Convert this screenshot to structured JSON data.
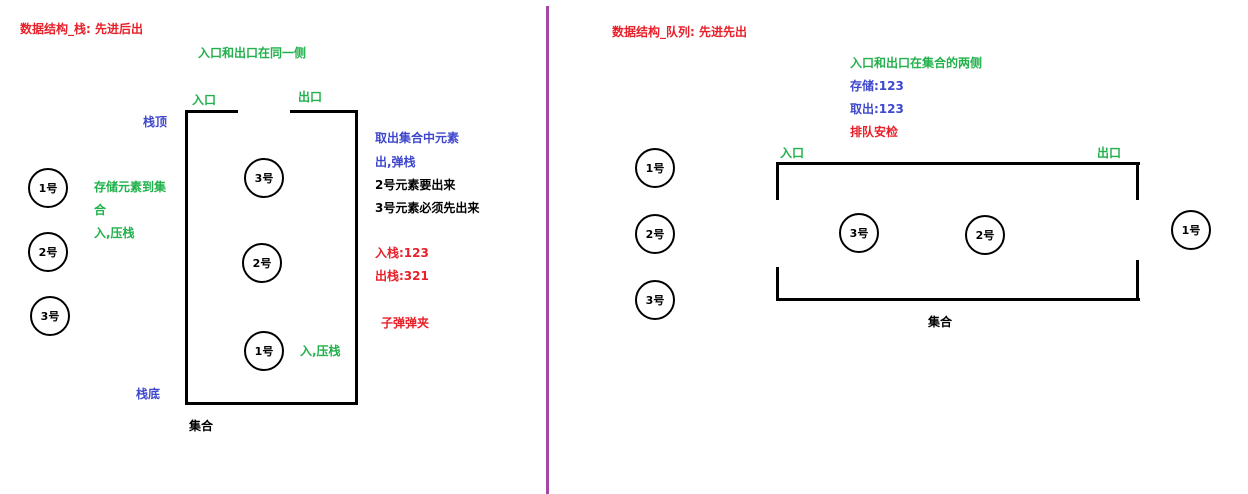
{
  "colors": {
    "red": "#e8202a",
    "green": "#22b14c",
    "blue": "#3f48cc",
    "divider": "#a349a4"
  },
  "stack": {
    "title": "数据结构_栈: 先进后出",
    "subtitle": "入口和出口在同一侧",
    "entry_label": "入口",
    "exit_label": "出口",
    "top_label": "栈顶",
    "bottom_label": "栈底",
    "set_label": "集合",
    "store_note": [
      "存储元素到集",
      "合",
      "入,压栈"
    ],
    "push_label": "入,压栈",
    "pop_note": [
      "取出集合中元素",
      "出,弹栈"
    ],
    "explain": [
      "2号元素要出来",
      "3号元素必须先出来"
    ],
    "push_order": "入栈:123",
    "pop_order": "出栈:321",
    "analogy": "子弹弹夹",
    "outside_items": [
      "1号",
      "2号",
      "3号"
    ],
    "inside_items": [
      "3号",
      "2号",
      "1号"
    ]
  },
  "queue": {
    "title": "数据结构_队列: 先进先出",
    "subtitle": "入口和出口在集合的两侧",
    "store": "存储:123",
    "take": "取出:123",
    "analogy": "排队安检",
    "entry_label": "入口",
    "exit_label": "出口",
    "set_label": "集合",
    "outside_items": [
      "1号",
      "2号",
      "3号"
    ],
    "inside_items": [
      "3号",
      "2号"
    ],
    "out_item": "1号"
  }
}
